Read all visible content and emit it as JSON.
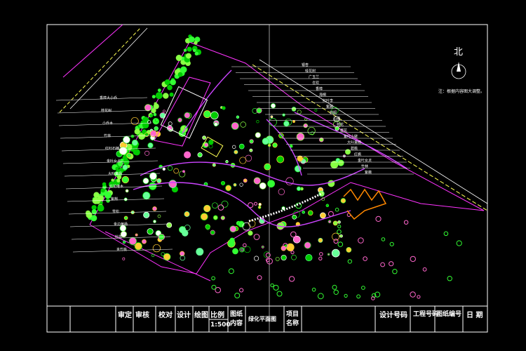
{
  "drawing": {
    "north_label": "北",
    "north_note": "注：根据内容图大调整。",
    "scale": "1:500"
  },
  "title_block": {
    "cells": [
      {
        "key": "check",
        "text": "审定"
      },
      {
        "key": "review",
        "text": "审核"
      },
      {
        "key": "proof",
        "text": "校对"
      },
      {
        "key": "design",
        "text": "设计"
      },
      {
        "key": "draw",
        "text": "绘图"
      },
      {
        "key": "scale_label",
        "text": "比例"
      },
      {
        "key": "content_label",
        "text": "图纸内容"
      },
      {
        "key": "content",
        "text": "绿化平面图"
      },
      {
        "key": "project_label",
        "text": "项目名称"
      },
      {
        "key": "design_no",
        "text": "设计号码"
      },
      {
        "key": "project_no",
        "text": "工程号码"
      },
      {
        "key": "drawing_no",
        "text": "图纸编号"
      },
      {
        "key": "date",
        "text": "日 期"
      }
    ]
  },
  "plant_labels": {
    "left": [
      "香樟大小乔",
      "桂花树",
      "小乔木",
      "竹林",
      "红叶石楠",
      "金叶女贞",
      "大叶黄杨",
      "红花继木",
      "紫荆",
      "雪松",
      "金边黄杨",
      "杜鹃",
      "夹竹桃"
    ],
    "right": [
      "银杏",
      "桂花树",
      "广玉兰",
      "合欢",
      "香樟",
      "海桐",
      "红叶李",
      "紫薇",
      "棕榈",
      "石楠",
      "桂花",
      "樱花",
      "紫叶小檗",
      "大叶黄杨",
      "碧桃",
      "红枫",
      "金叶女贞",
      "竹林",
      "紫薇"
    ]
  }
}
